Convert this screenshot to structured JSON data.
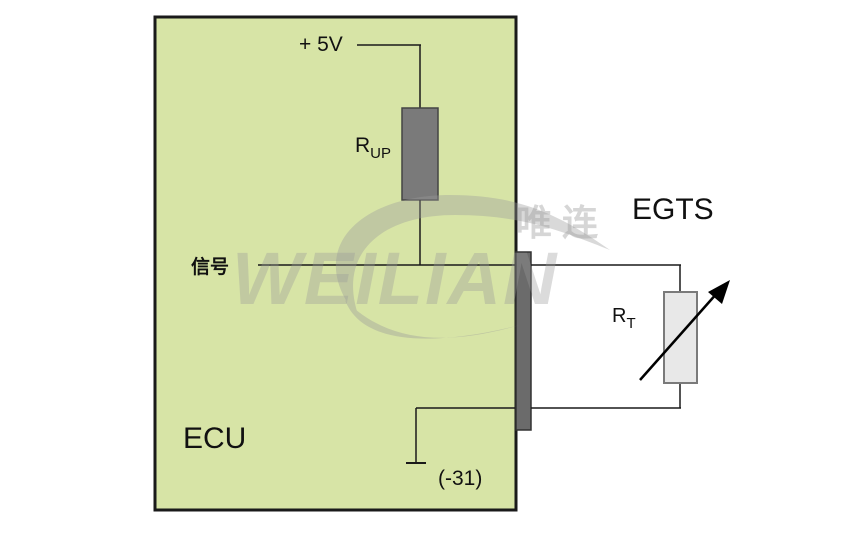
{
  "labels": {
    "supply": "+ 5V",
    "pullup_resistor": {
      "main": "R",
      "sub": "UP"
    },
    "signal": "信号",
    "ecu": "ECU",
    "ground": "(-31)",
    "sensor": "EGTS",
    "thermistor": {
      "main": "R",
      "sub": "T"
    }
  },
  "watermark": {
    "text": "WEILIAN",
    "chinese": "唯 连"
  },
  "colors": {
    "ecu_fill": "#d7e4a6",
    "connector": "#6b6b6b",
    "resistor_fill": "#7a7a7a",
    "thermistor_fill": "#e8e8e8",
    "wire": "#1a1a1a",
    "watermark": "#9a9a9a"
  }
}
